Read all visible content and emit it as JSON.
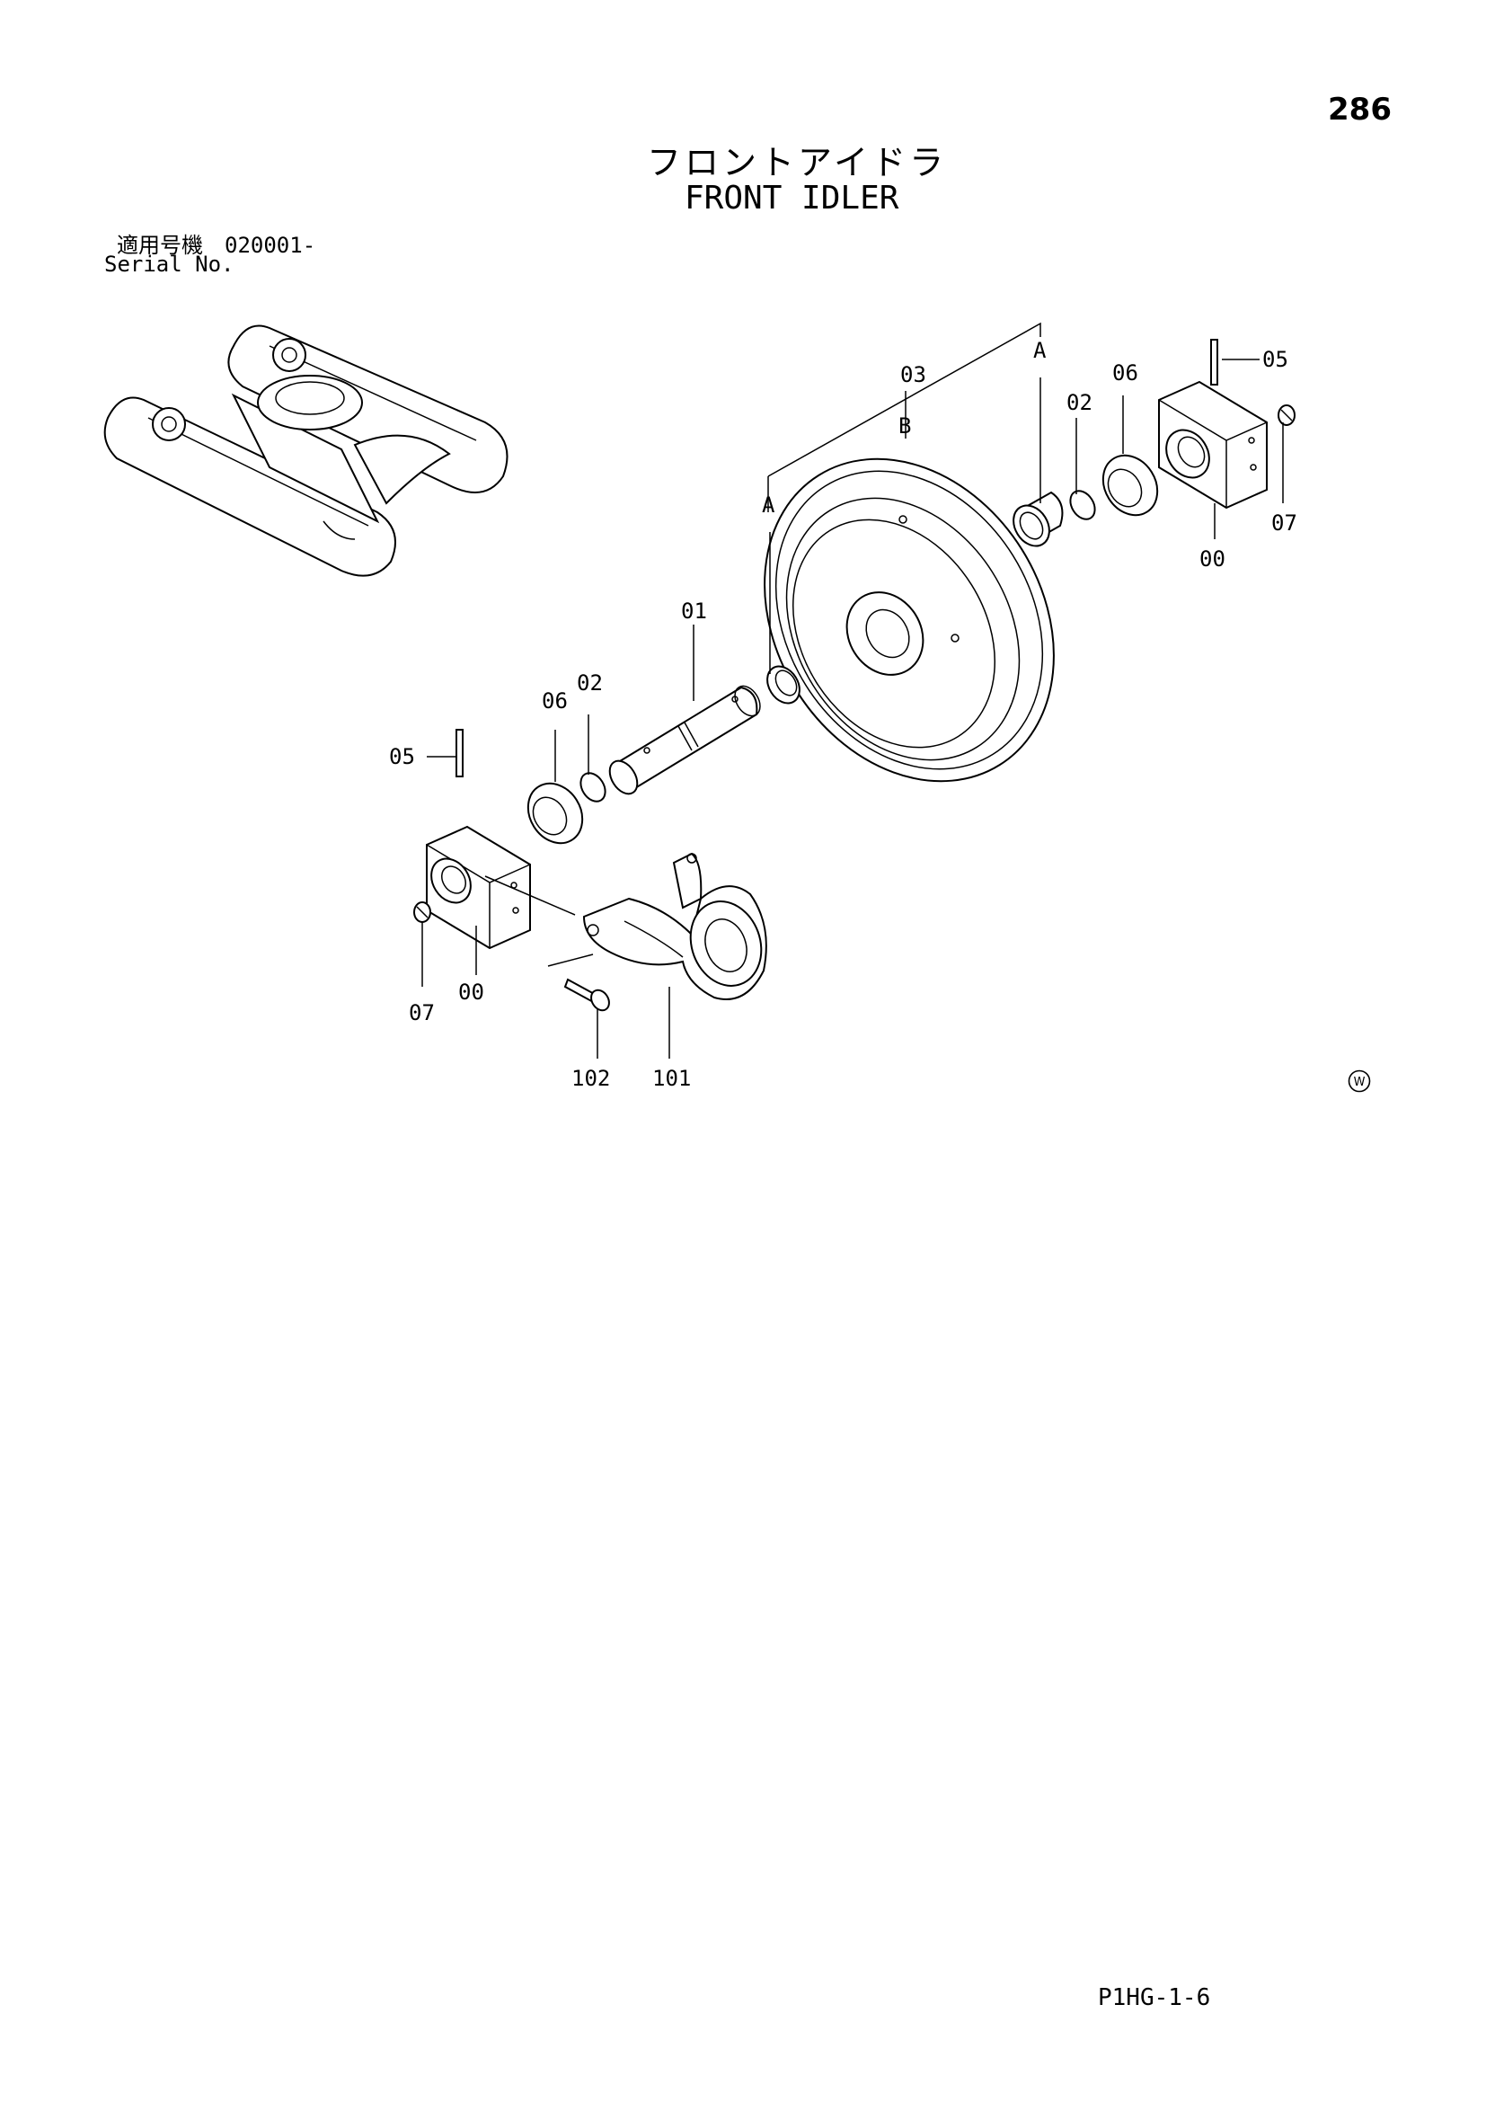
{
  "page": {
    "number": "286",
    "title_jp": "フロントアイドラ",
    "title_en": "FRONT IDLER",
    "serial_jp": "適用号機　020001-",
    "serial_en": "Serial No.",
    "footer_code": "P1HG-1-6",
    "w_mark": "W"
  },
  "callouts": {
    "c00_right": "00",
    "c00_left": "00",
    "c01": "01",
    "c02_right": "02",
    "c02_left": "02",
    "c03": "03",
    "c05_right": "05",
    "c05_left": "05",
    "c06_right": "06",
    "c06_left": "06",
    "c07_right": "07",
    "c07_left": "07",
    "c101": "101",
    "c102": "102",
    "ref_a_top": "A",
    "ref_a_left": "A",
    "ref_b": "B"
  }
}
